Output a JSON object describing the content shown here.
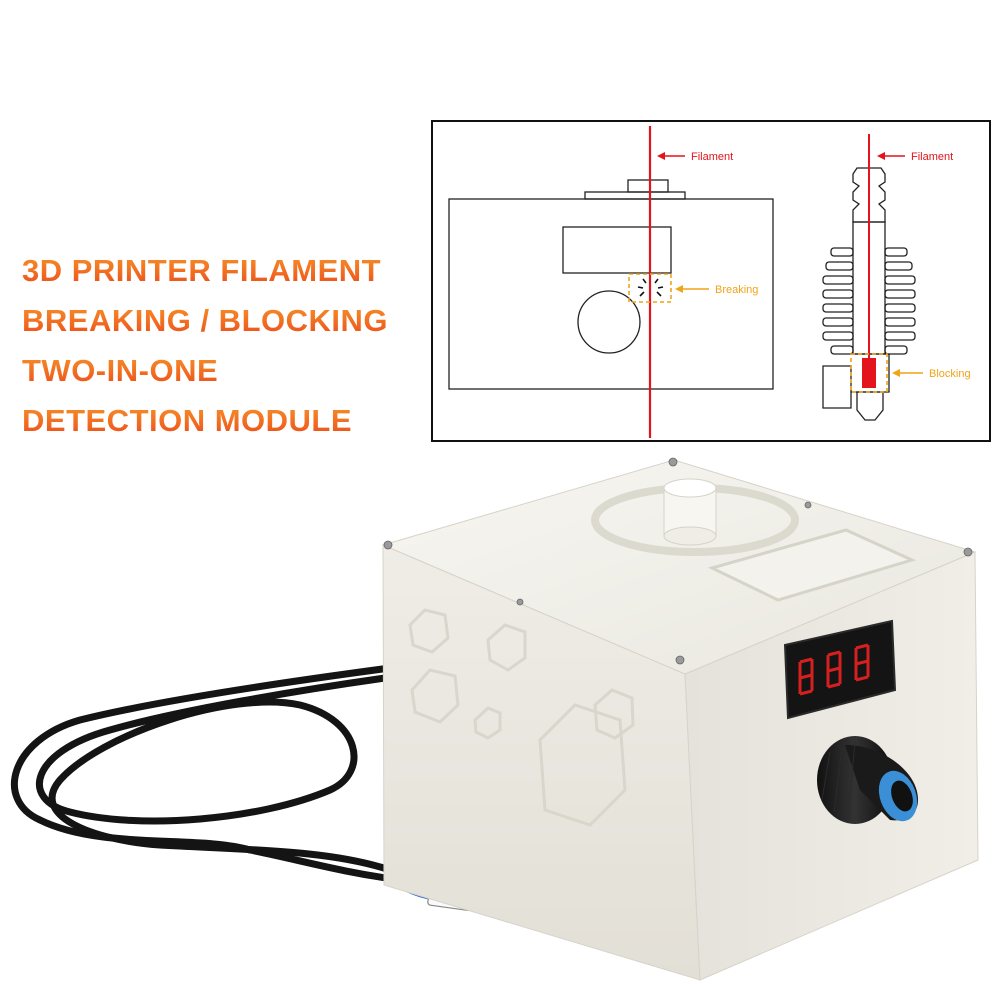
{
  "headline": {
    "line1": "3D PRINTER FILAMENT",
    "line2": "BREAKING / BLOCKING",
    "line3": "TWO-IN-ONE",
    "line4": "DETECTION  MODULE"
  },
  "diagram": {
    "left_filament_label": "Filament",
    "left_event_label": "Breaking",
    "right_filament_label": "Filament",
    "right_event_label": "Blocking"
  },
  "colors": {
    "headline_top": "#f7a02c",
    "headline_bottom": "#e23a19",
    "filament_red": "#e3141b",
    "event_orange": "#f0a419",
    "device_body": "#f2f1ec",
    "display_digits": "#d62020",
    "knob_accent": "#3a8fd6"
  }
}
